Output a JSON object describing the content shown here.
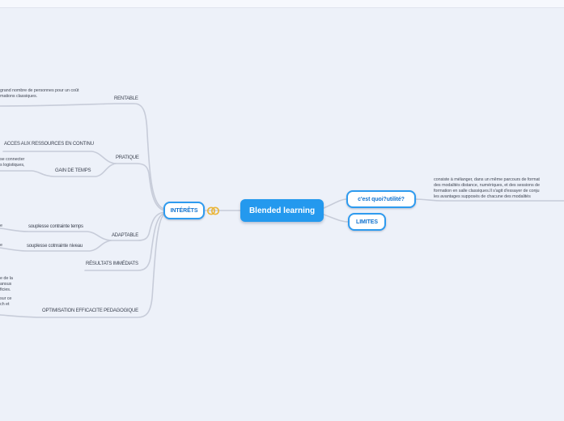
{
  "canvas": {
    "background": "#edf1f9",
    "topbar_background": "#f6f8fd"
  },
  "colors": {
    "accent_blue": "#2499ee",
    "node_border_blue": "#2e9bef",
    "node_text_blue": "#1273cf",
    "branch_line_gray": "#c7ccd9",
    "label_text": "#3c4250",
    "icon_yellow": "#eab63c"
  },
  "root": {
    "label": "Blended learning"
  },
  "left": {
    "node_label": "INTÉRÊTS",
    "branches": {
      "rentable": {
        "label": "RENTABLE",
        "note_lines": [
          "grand nombre de personnes pour un coût",
          "mations classiques."
        ]
      },
      "pratique": {
        "label": "PRATIQUE",
        "children": {
          "acces": {
            "label": "ACCES AUX RESSOURCES EN CONTINU"
          },
          "gain": {
            "label": "GAIN DE TEMPS",
            "note_lines": [
              "se connecter",
              "s logistiques,"
            ]
          }
        }
      },
      "adaptable": {
        "label": "ADAPTABLE",
        "children": {
          "temps": {
            "label": "souplesse contrainte temps",
            "edge_fragment": "e"
          },
          "niveau": {
            "label": "souplesse cotnrainte niveau",
            "edge_fragment": "e"
          }
        }
      },
      "resultats": {
        "label": "RÉSULTATS IMMÉDIATS"
      },
      "optimisation": {
        "label": "OPTIMISATION EFFICACITE PEDAGOGIQUE",
        "note_lines_top": [
          "e de la",
          "ansus",
          "ficies."
        ],
        "note_lines_bottom": [
          "sur ce",
          "ch et"
        ]
      }
    }
  },
  "right": {
    "quoi": {
      "label": "c'est quoi?utilité?",
      "note_lines": [
        "consiste à mélanger, dans un même parcours de format",
        "des modalités distance, numériques, et des sessions de",
        "formation en salle classiques.Il s'agit d'essayer de conju",
        "les avantages supposés de chacune des modalités"
      ]
    },
    "limites": {
      "label": "LIMITES"
    }
  },
  "icons": {
    "relationship_icon": "double-yellow-rings"
  }
}
